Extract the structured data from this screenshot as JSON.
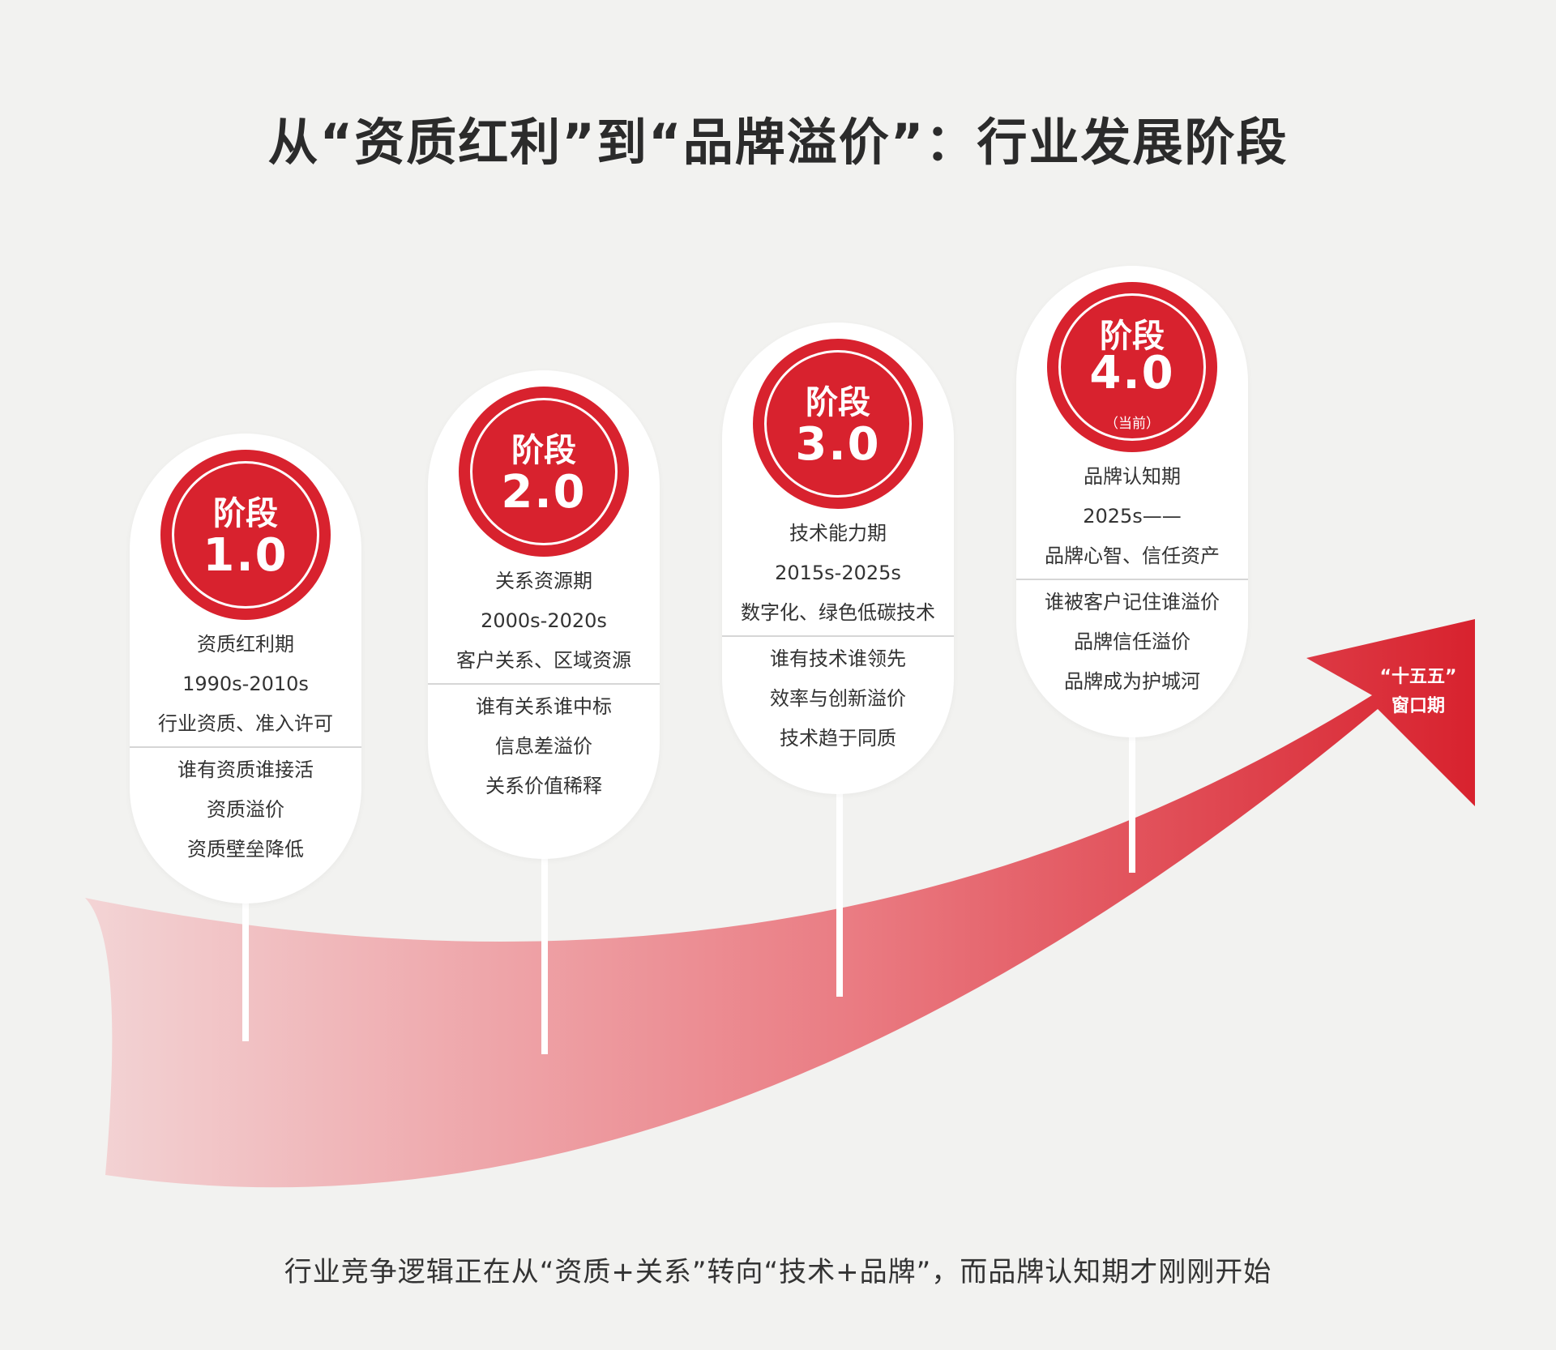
{
  "title": "从“资质红利”到“品牌溢价”：行业发展阶段",
  "footer": "行业竞争逻辑正在从“资质+关系”转向“技术+品牌”，而品牌认知期才刚刚开始",
  "colors": {
    "accent": "#d8222e",
    "background": "#f2f2f0"
  },
  "arrow_label": [
    "“十五五”",
    "窗口期"
  ],
  "stages": [
    {
      "word": "阶段",
      "number": "1.0",
      "note": "",
      "period": "资质红利期",
      "years": "1990s-2010s",
      "resources": "行业资质、准入许可",
      "traits": [
        "谁有资质谁接活",
        "资质溢价",
        "资质壁垒降低"
      ]
    },
    {
      "word": "阶段",
      "number": "2.0",
      "note": "",
      "period": "关系资源期",
      "years": "2000s-2020s",
      "resources": "客户关系、区域资源",
      "traits": [
        "谁有关系谁中标",
        "信息差溢价",
        "关系价值稀释"
      ]
    },
    {
      "word": "阶段",
      "number": "3.0",
      "note": "",
      "period": "技术能力期",
      "years": "2015s-2025s",
      "resources": "数字化、绿色低碳技术",
      "traits": [
        "谁有技术谁领先",
        "效率与创新溢价",
        "技术趋于同质"
      ]
    },
    {
      "word": "阶段",
      "number": "4.0",
      "note": "（当前）",
      "period": "品牌认知期",
      "years": "2025s——",
      "resources": "品牌心智、信任资产",
      "traits": [
        "谁被客户记住谁溢价",
        "品牌信任溢价",
        "品牌成为护城河"
      ]
    }
  ]
}
